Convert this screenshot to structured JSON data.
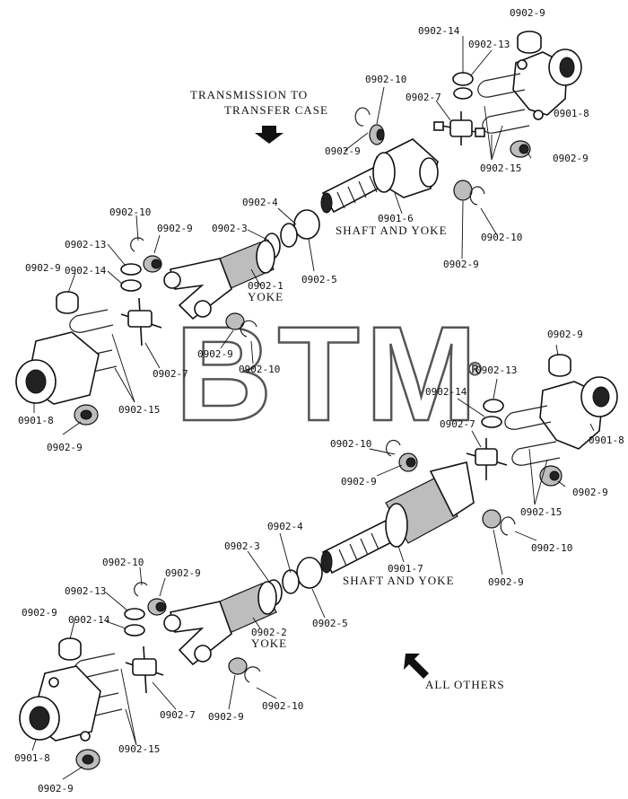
{
  "captions": {
    "top_direction_line1": "TRANSMISSION TO",
    "top_direction_line2": "TRANSFER CASE",
    "all_others": "ALL OTHERS"
  },
  "watermark": {
    "text": "BTM",
    "registered": "®"
  },
  "upper_assembly": {
    "l_0902_9_cap_top": "0902-9",
    "l_0902_14_top": "0902-14",
    "l_0902_13_top": "0902-13",
    "l_0902_10_upper": "0902-10",
    "l_0902_7_upper": "0902-7",
    "l_0901_8_upper": "0901-8",
    "l_0902_9_upper_left": "0902-9",
    "l_0902_15_upper": "0902-15",
    "l_0902_9_upper_right": "0902-9",
    "l_0902_9_upper_mid": "0902-9",
    "l_0902_10_upper_mid": "0902-10",
    "l_0901_6": "0901-6",
    "shaft_yoke_upper": "SHAFT AND YOKE",
    "l_0902_4_upper": "0902-4",
    "l_0902_3_upper": "0902-3",
    "l_0902_5_upper": "0902-5",
    "l_0902_1": "0902-1",
    "yoke_upper": "YOKE",
    "l_0902_10_left": "0902-10",
    "l_0902_9_left": "0902-9",
    "l_0902_13_left": "0902-13",
    "l_0902_14_left": "0902-14",
    "l_0902_9_left_cap": "0902-9",
    "l_0902_9_yoke": "0902-9",
    "l_0902_10_yoke": "0902-10",
    "l_0902_7_left": "0902-7",
    "l_0902_15_left": "0902-15",
    "l_0901_8_left": "0901-8",
    "l_0902_9_left_bottom": "0902-9"
  },
  "lower_assembly": {
    "l_0902_9_cap": "0902-9",
    "l_0902_13": "0902-13",
    "l_0902_14": "0902-14",
    "l_0902_7": "0902-7",
    "l_0901_8": "0901-8",
    "l_0902_10": "0902-10",
    "l_0902_9_mid": "0902-9",
    "l_0902_9_right": "0902-9",
    "l_0902_15": "0902-15",
    "l_0902_10_right": "0902-10",
    "l_0902_9_right_low": "0902-9",
    "l_0901_7": "0901-7",
    "shaft_yoke_lower": "SHAFT AND YOKE",
    "l_0902_4": "0902-4",
    "l_0902_3": "0902-3",
    "l_0902_5": "0902-5",
    "l_0902_2": "0902-2",
    "yoke_lower": "YOKE",
    "l_0902_10_left": "0902-10",
    "l_0902_9_left": "0902-9",
    "l_0902_13_left": "0902-13",
    "l_0902_14_left": "0902-14",
    "l_0902_9_left_cap": "0902-9",
    "l_0902_9_yoke": "0902-9",
    "l_0902_10_yoke": "0902-10",
    "l_0902_7_left": "0902-7",
    "l_0902_15_left": "0902-15",
    "l_0901_8_left": "0901-8",
    "l_0902_9_left_bottom": "0902-9"
  }
}
